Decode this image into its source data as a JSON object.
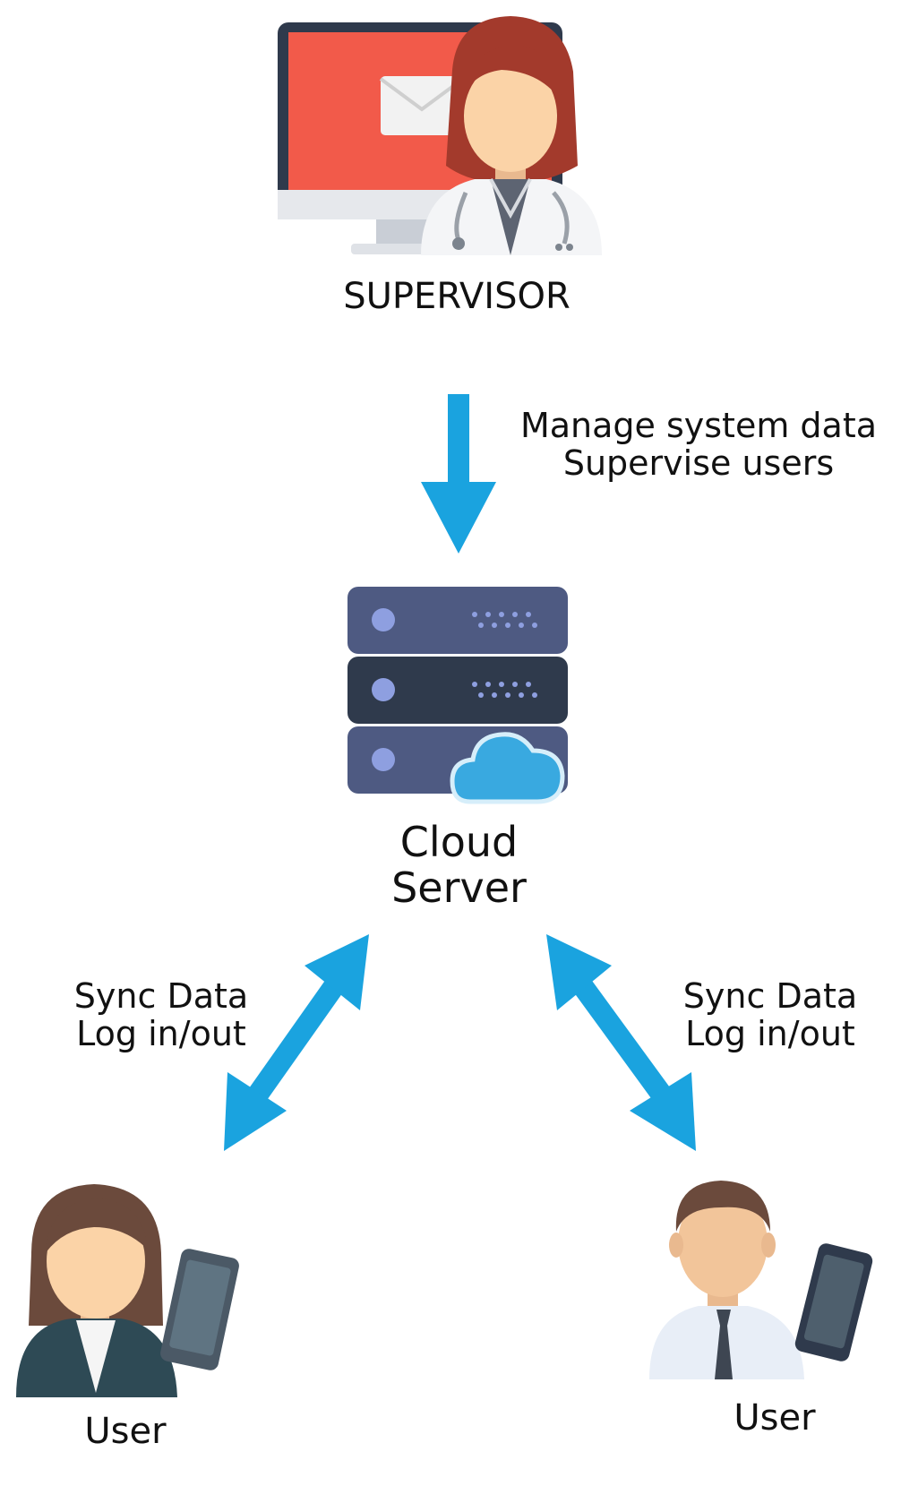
{
  "nodes": {
    "supervisor": {
      "label": "SUPERVISOR"
    },
    "cloud_server": {
      "label_line1": "Cloud",
      "label_line2": "Server"
    },
    "user_left": {
      "label": "User"
    },
    "user_right": {
      "label": "User"
    }
  },
  "edges": {
    "supervisor_to_server": {
      "line1": "Manage system data",
      "line2": "Supervise users"
    },
    "server_user_left": {
      "line1": "Sync Data",
      "line2": "Log in/out"
    },
    "server_user_right": {
      "line1": "Sync Data",
      "line2": "Log in/out"
    }
  },
  "colors": {
    "arrow": "#1aa3df",
    "monitor_screen": "#f25a4a",
    "server_panel": "#4e5a82",
    "server_panel_dark": "#2f3a4c",
    "cloud": "#39a9e0",
    "hair_red": "#a33a2c",
    "hair_brown": "#6b4a3c",
    "skin": "#fbd3a7",
    "phone": "#4b5966"
  },
  "icons": {
    "supervisor": "doctor-at-monitor-icon",
    "server": "cloud-server-icon",
    "user_left": "woman-with-phone-icon",
    "user_right": "man-with-phone-icon"
  }
}
